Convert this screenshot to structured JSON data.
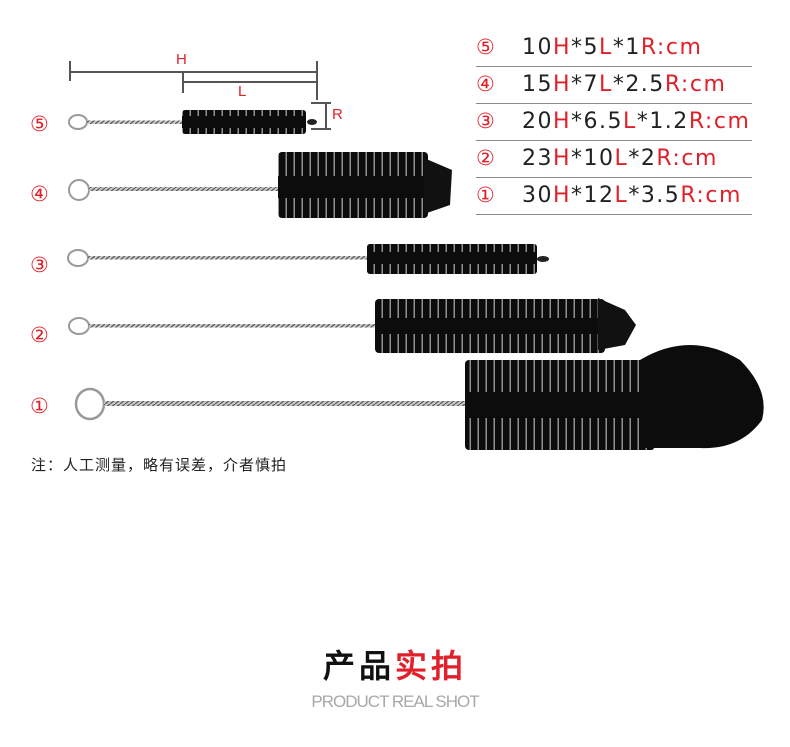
{
  "specs": {
    "rows": [
      {
        "num": "⑤",
        "h": "10",
        "l": "5",
        "r": "1",
        "unit": "cm"
      },
      {
        "num": "④",
        "h": "15",
        "l": "7",
        "r": "2.5",
        "unit": "cm"
      },
      {
        "num": "③",
        "h": "20",
        "l": "6.5",
        "r": "1.2",
        "unit": "cm"
      },
      {
        "num": "②",
        "h": "23",
        "l": "10",
        "r": "2",
        "unit": "cm"
      },
      {
        "num": "①",
        "h": "30",
        "l": "12",
        "r": "3.5",
        "unit": "cm"
      }
    ],
    "h_label": "H",
    "l_label": "L",
    "r_label": "R",
    "sep": "*",
    "colon": ":"
  },
  "diagram": {
    "h_label": "H",
    "l_label": "L",
    "r_label": "R"
  },
  "brushes": [
    {
      "num": "⑤"
    },
    {
      "num": "④"
    },
    {
      "num": "③"
    },
    {
      "num": "②"
    },
    {
      "num": "①"
    }
  ],
  "note": "注：人工测量，略有误差，介者慎拍",
  "section_title": {
    "black": "产品",
    "red": "实拍",
    "english": "PRODUCT REAL SHOT"
  },
  "colors": {
    "accent_red": "#e0202a",
    "text": "#222222",
    "subtitle_gray": "#a8a8a8"
  }
}
